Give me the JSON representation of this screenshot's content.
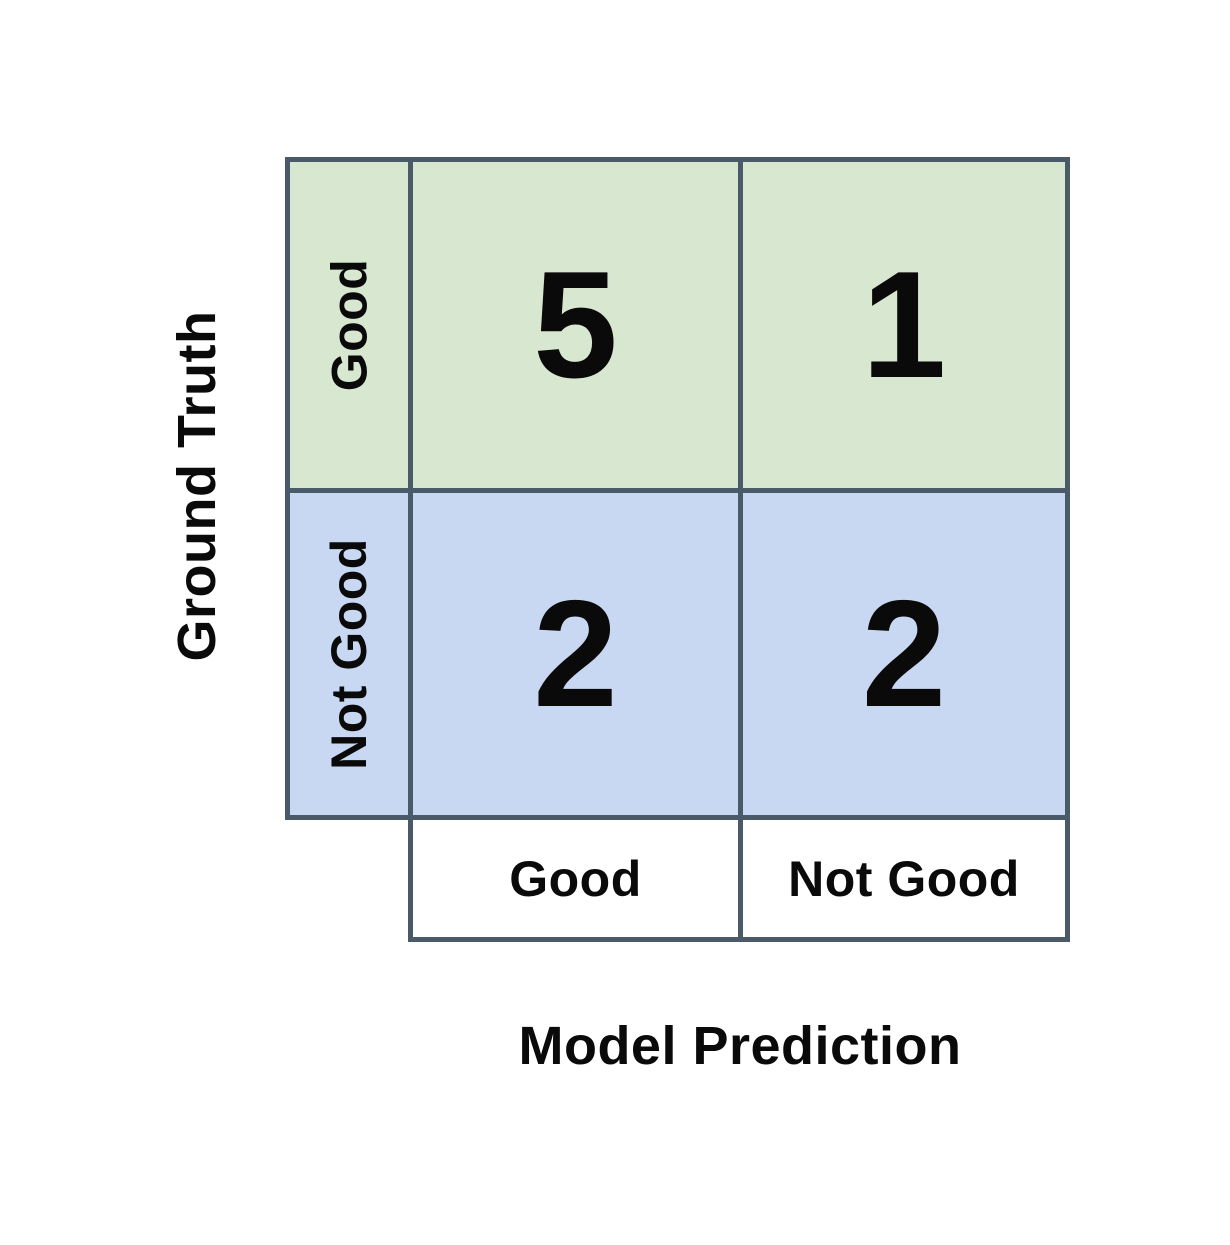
{
  "chart_data": {
    "type": "heatmap",
    "title": "",
    "x_label": "Model Prediction",
    "y_label": "Ground Truth",
    "x_categories": [
      "Good",
      "Not Good"
    ],
    "y_categories": [
      "Good",
      "Not Good"
    ],
    "values": [
      [
        5,
        1
      ],
      [
        2,
        2
      ]
    ],
    "legend": "none",
    "grid": "on"
  },
  "colors": {
    "good_row_fill": "#d7e7d0",
    "not_good_row_fill": "#c8d8f3",
    "grid_border": "#4a5a69",
    "header_fill": "#ffffff",
    "text": "#0a0a0a",
    "background": "#ffffff"
  }
}
